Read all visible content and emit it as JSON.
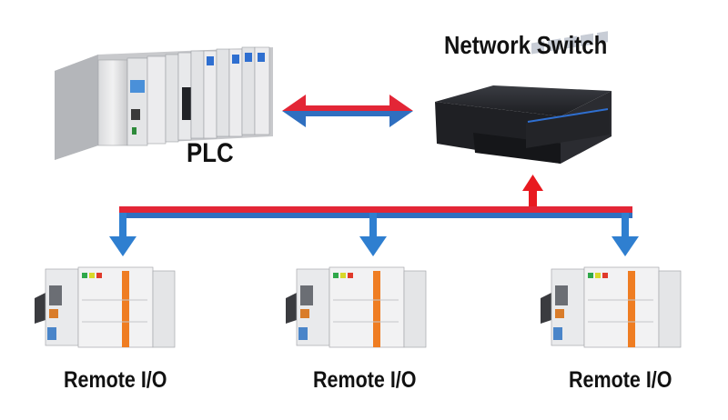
{
  "labels": {
    "plc": "PLC",
    "network_switch": "Network Switch",
    "remote_io_1": "Remote I/O",
    "remote_io_2": "Remote I/O",
    "remote_io_3": "Remote I/O"
  },
  "colors": {
    "link_red": "#e32636",
    "link_blue": "#2f6fc0",
    "arrow_blue": "#2f7fd0",
    "arrow_red": "#e8191f"
  },
  "icons": {
    "plc": "plc-rack-icon",
    "switch": "network-switch-icon",
    "remote_io": "remote-io-module-icon"
  }
}
